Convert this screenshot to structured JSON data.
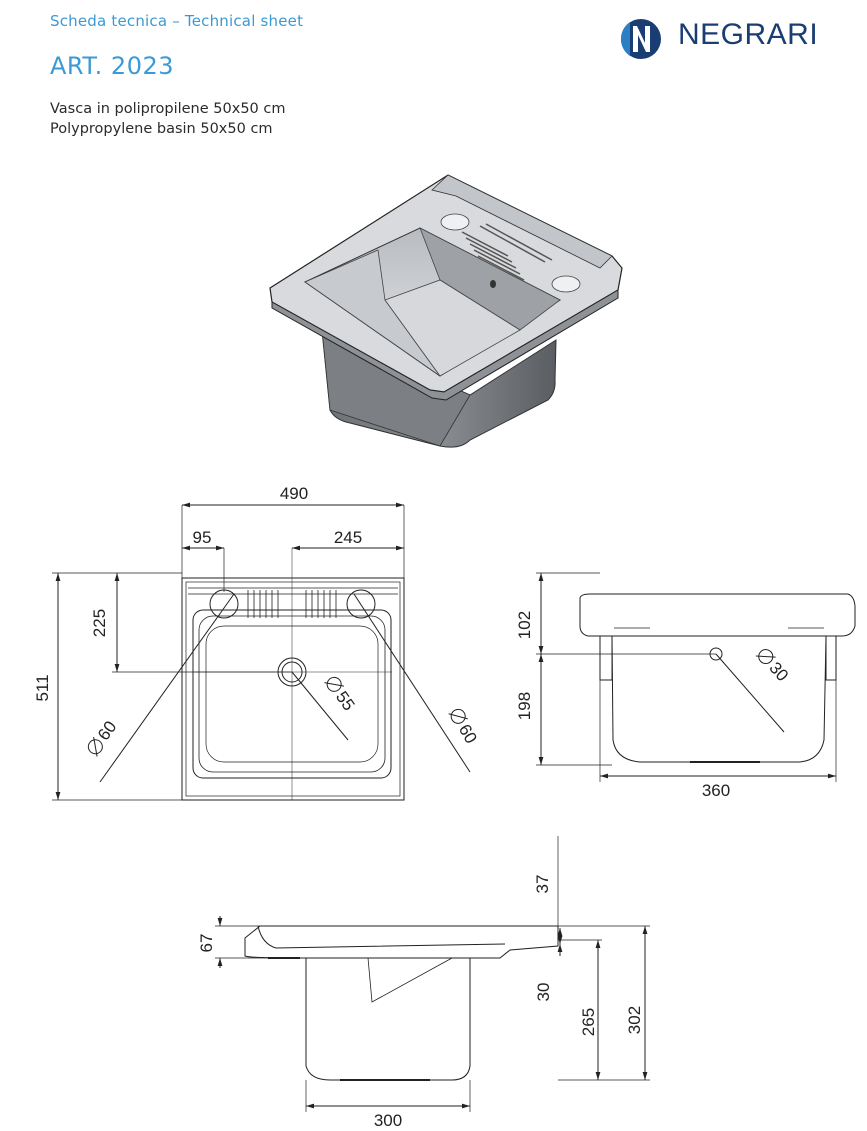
{
  "header": {
    "subtitle": "Scheda tecnica – Technical sheet",
    "title": "ART. 2023",
    "description_it": "Vasca in polipropilene 50x50 cm",
    "description_en": "Polypropylene basin 50x50 cm"
  },
  "brand": {
    "name": "NEGRARI",
    "color": "#1a3d73",
    "accent": "#3a9ad6"
  },
  "top_view": {
    "width": "490",
    "left_offset": "95",
    "center_offset": "245",
    "depth": "511",
    "hole_offset": "225",
    "left_hole_dia": "60",
    "right_hole_dia": "60",
    "drain_dia": "55"
  },
  "side_view": {
    "rim_height": "102",
    "body_height": "198",
    "bottom_width": "360",
    "hole_dia": "30"
  },
  "section_view": {
    "top_offset": "37",
    "rim_height": "67",
    "hole_offset": "30",
    "inner_height": "265",
    "total_height": "302",
    "bottom_width": "300"
  }
}
